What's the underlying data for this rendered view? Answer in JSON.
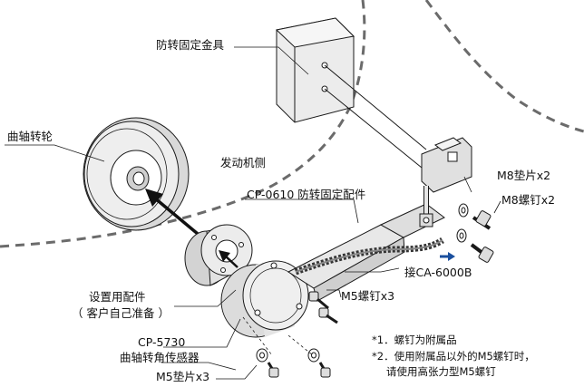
{
  "labels": {
    "anti_rotation_bracket": "防转固定金具",
    "crank_pulley": "曲轴转轮",
    "engine_side": "发动机侧",
    "cp0610": "CP-0610 防转固定配件",
    "m8_washer": "M8垫片x2",
    "m8_screw": "M8螺钉x2",
    "connect_ca": "接CA-6000B",
    "m5_screw": "M5螺钉x3",
    "mounting_parts": "设置用配件",
    "customer_prepared": "（ 客户自己准备 ）",
    "cp5730": "CP-5730",
    "crank_angle_sensor": "曲轴转角传感器",
    "m5_washer": "M5垫片x3"
  },
  "notes": {
    "note1": "*1．螺钉为附属品",
    "note2_line1": "*2．使用附属品以外的M5螺钉时，",
    "note2_line2": "请使用高张力型M5螺钉"
  },
  "colors": {
    "line": "#1a1a1a",
    "part_fill": "#e6e6e6",
    "part_shadow": "#bcbcbc",
    "cable": "#333333",
    "arrow_blue": "#1a4f9e"
  }
}
